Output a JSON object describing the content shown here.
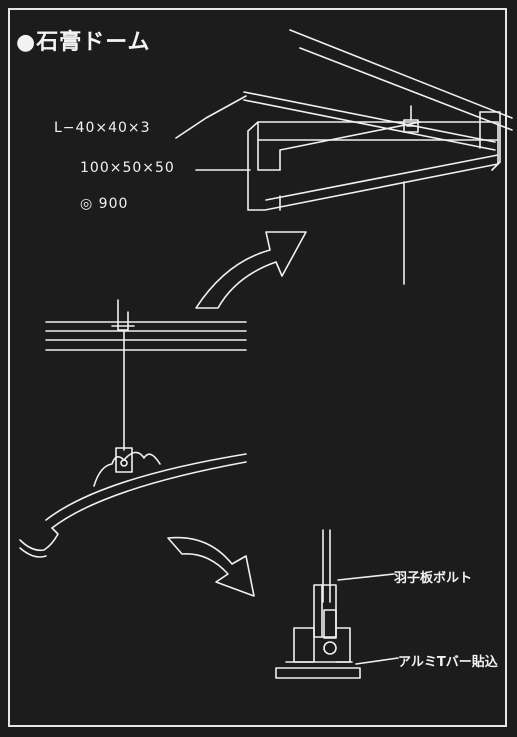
{
  "title": "●石膏ドーム",
  "labels": {
    "angle_steel": "L−40×40×3",
    "channel": "100×50×50",
    "pitch": "◎ 900",
    "wing_bolt": "羽子板ボルト",
    "alum_tbar": "アルミTバー貼込"
  },
  "colors": {
    "background": "#1c1c1c",
    "line": "#f0f0f0"
  }
}
